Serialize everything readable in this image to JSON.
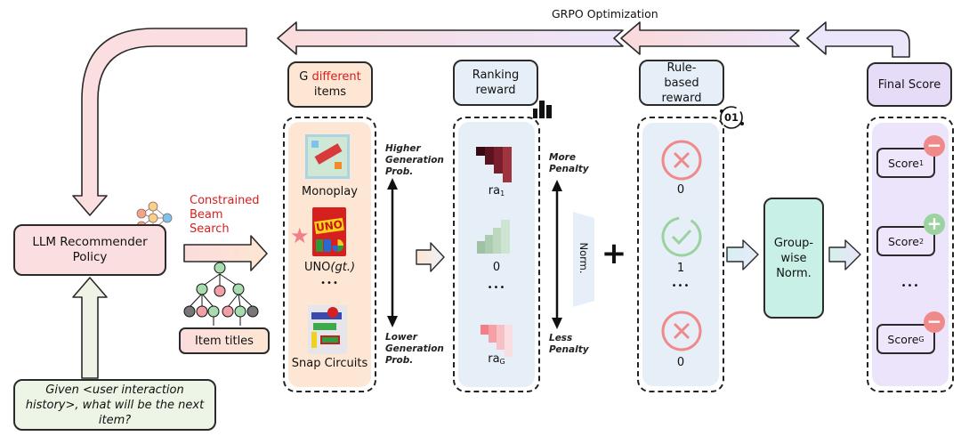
{
  "header": {
    "grpo_label": "GRPO Optimization"
  },
  "policy": {
    "title": "LLM Recommender Policy",
    "prompt": "Given <user interaction history>, what will be the next item?"
  },
  "beam": {
    "label": "Constrained Beam Search",
    "item_titles_label": "Item titles"
  },
  "items_stage": {
    "header_prefix": "G",
    "header_highlight": "different",
    "header_suffix": "items",
    "items": [
      {
        "name": "Monoplay",
        "suffix": ""
      },
      {
        "name": "UNO",
        "suffix": "(gt.)"
      },
      {
        "name": "•••",
        "suffix": ""
      },
      {
        "name": "Snap Circuits",
        "suffix": ""
      }
    ],
    "prob_high": "Higher Generation Prob.",
    "prob_low": "Lower Generation Prob."
  },
  "ranking_stage": {
    "header": "Ranking reward",
    "rows": [
      {
        "label": "ra",
        "sub": "1"
      },
      {
        "label": "0",
        "sub": ""
      },
      {
        "label": "•••",
        "sub": ""
      },
      {
        "label": "ra",
        "sub": "G"
      }
    ],
    "more_penalty": "More Penalty",
    "less_penalty": "Less Penalty",
    "norm_label": "Norm.",
    "plus": "+"
  },
  "rule_stage": {
    "header": "Rule-based reward",
    "badge": "01",
    "rows": [
      {
        "icon": "cross",
        "value": "0"
      },
      {
        "icon": "check",
        "value": "1"
      },
      {
        "icon": "dots",
        "value": "•••"
      },
      {
        "icon": "cross",
        "value": "0"
      }
    ]
  },
  "group_norm": {
    "label": "Group-wise Norm."
  },
  "final_stage": {
    "header": "Final Score",
    "scores": [
      {
        "label": "Score",
        "sub": "1",
        "sign": "−"
      },
      {
        "label": "Score",
        "sub": "2",
        "sign": "+"
      },
      {
        "label": "•••",
        "sub": "",
        "sign": ""
      },
      {
        "label": "Score",
        "sub": "G",
        "sign": "−"
      }
    ]
  },
  "colors": {
    "pink_arrow": "#fbdfe0",
    "lavender_arrow": "#ece6fb",
    "orange_panel": "#fde6d3",
    "blue_panel": "#e6eff8",
    "purple_panel": "#ece4fa",
    "teal_box": "#c9f0e6",
    "green_prompt": "#edf5e6",
    "red_text": "#d42020",
    "cross_red": "#f08a8a",
    "check_green": "#9bd3a0"
  }
}
